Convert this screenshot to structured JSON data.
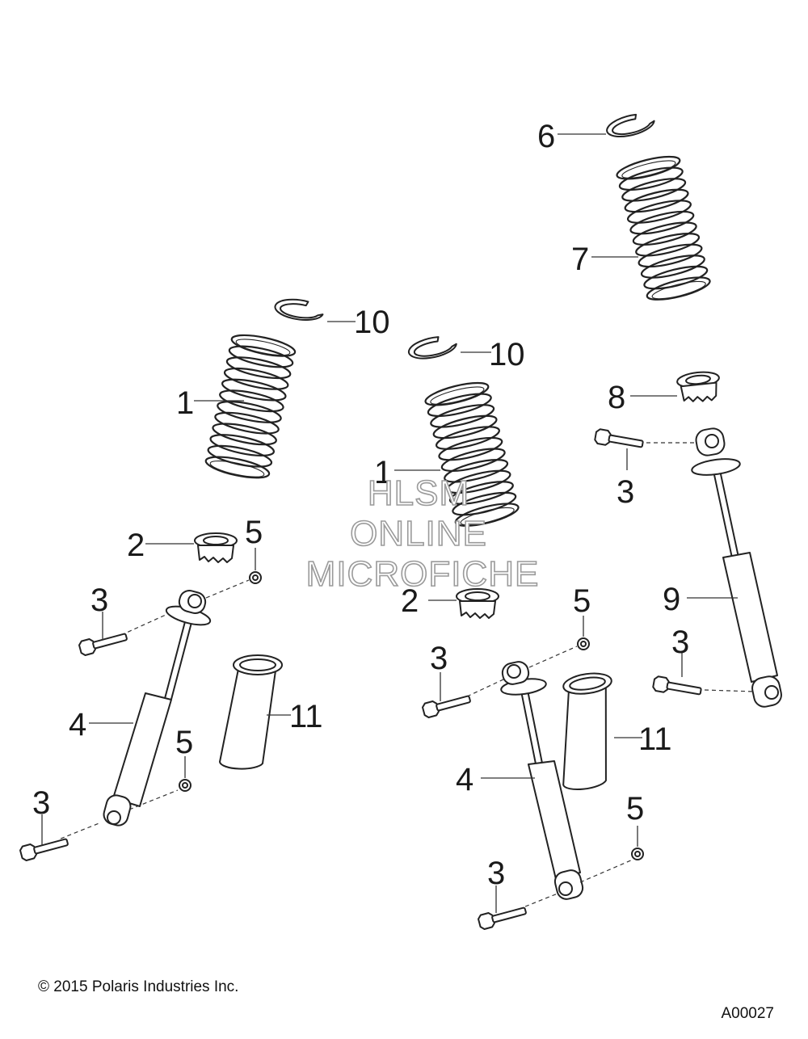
{
  "watermark": {
    "line1": "HLSM",
    "line2": "ONLINE",
    "line3": "MICROFICHE"
  },
  "callouts": {
    "spring_left": "1",
    "spring_center": "1",
    "bump_stop_left": "2",
    "bump_stop_center": "2",
    "bolt_left_upper": "3",
    "bolt_left_lower": "3",
    "bolt_center_upper": "3",
    "bolt_center_lower": "3",
    "bolt_right_upper": "3",
    "bolt_right_lower": "3",
    "shock_left": "4",
    "shock_center": "4",
    "nut_left_upper": "5",
    "nut_left_lower": "5",
    "nut_center_upper": "5",
    "nut_center_lower": "5",
    "retainer_right": "6",
    "spring_right": "7",
    "bump_stop_right": "8",
    "shock_right": "9",
    "retainer_left": "10",
    "retainer_center": "10",
    "boot_left": "11",
    "boot_center": "11"
  },
  "footer": {
    "copyright": "© 2015 Polaris Industries Inc.",
    "figure_id": "A00027"
  }
}
